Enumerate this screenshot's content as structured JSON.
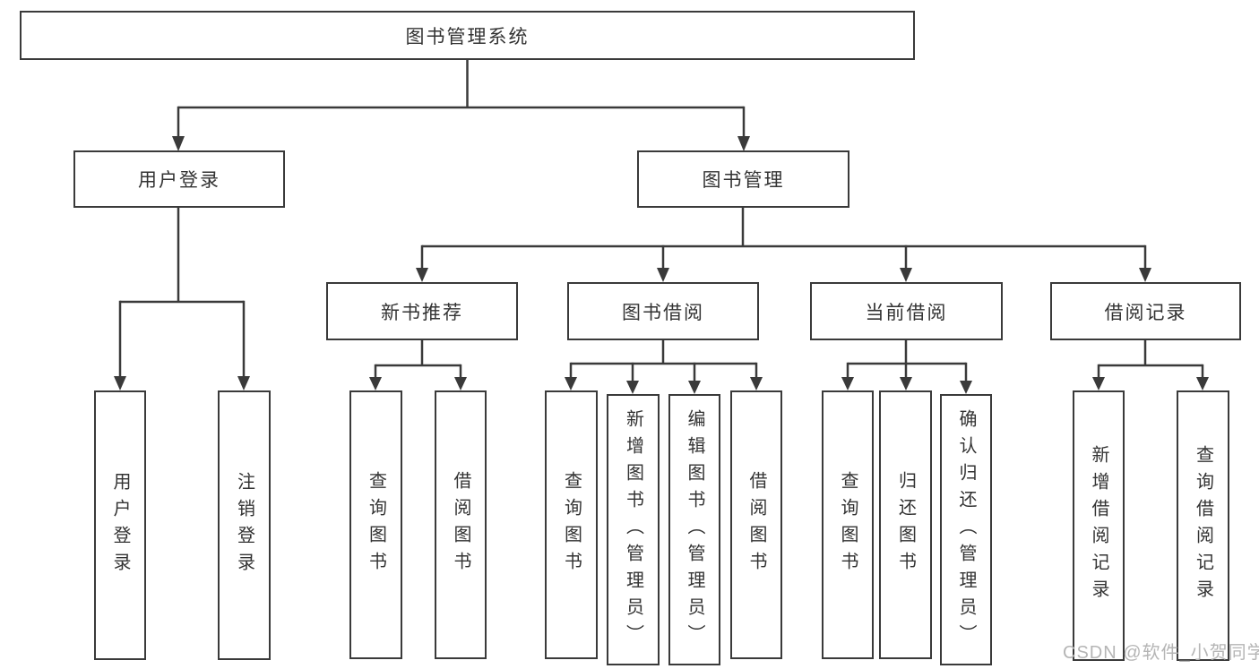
{
  "colors": {
    "line": "#3a3a3a",
    "text": "#333333",
    "background": "#ffffff",
    "watermark": "#b5b5b5"
  },
  "tree": {
    "root": {
      "label": "图书管理系统",
      "children": [
        {
          "label": "用户登录",
          "children": [
            {
              "label": "用户登录"
            },
            {
              "label": "注销登录"
            }
          ]
        },
        {
          "label": "图书管理",
          "children": [
            {
              "label": "新书推荐",
              "children": [
                {
                  "label": "查询图书"
                },
                {
                  "label": "借阅图书"
                }
              ]
            },
            {
              "label": "图书借阅",
              "children": [
                {
                  "label": "查询图书"
                },
                {
                  "label": "新增图书（管理员）"
                },
                {
                  "label": "编辑图书（管理员）"
                },
                {
                  "label": "借阅图书"
                }
              ]
            },
            {
              "label": "当前借阅",
              "children": [
                {
                  "label": "查询图书"
                },
                {
                  "label": "归还图书"
                },
                {
                  "label": "确认归还（管理员）"
                }
              ]
            },
            {
              "label": "借阅记录",
              "children": [
                {
                  "label": "新增借阅记录"
                },
                {
                  "label": "查询借阅记录"
                }
              ]
            }
          ]
        }
      ]
    }
  },
  "watermark": {
    "text": "CSDN @软件_小贺同学"
  }
}
